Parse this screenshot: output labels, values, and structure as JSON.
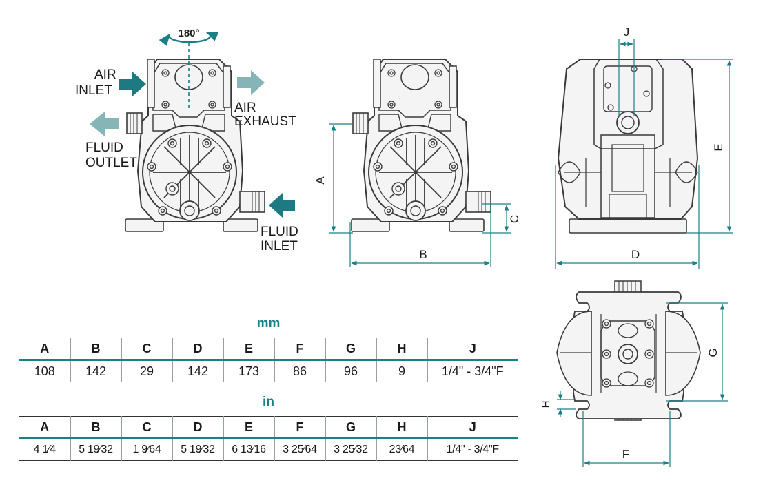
{
  "annotations": {
    "rotation": "180°",
    "air_inlet": [
      "AIR",
      "INLET"
    ],
    "air_exhaust": [
      "AIR",
      "EXHAUST"
    ],
    "fluid_outlet": [
      "FLUID",
      "OUTLET"
    ],
    "fluid_inlet": [
      "FLUID",
      "INLET"
    ]
  },
  "dimension_letters": {
    "A": "A",
    "B": "B",
    "C": "C",
    "D": "D",
    "E": "E",
    "F": "F",
    "G": "G",
    "H": "H",
    "J": "J"
  },
  "colors": {
    "accent": "#1a7f86",
    "arrow_dark": "#1e7a82",
    "arrow_light": "#86b5b8",
    "line": "#3a3a3a",
    "body_fill": "#f4f4f4"
  },
  "tables": {
    "mm": {
      "unit": "mm",
      "headers": [
        "A",
        "B",
        "C",
        "D",
        "E",
        "F",
        "G",
        "H",
        "J"
      ],
      "values": [
        "108",
        "142",
        "29",
        "142",
        "173",
        "86",
        "96",
        "9",
        "1/4\" - 3/4\"F"
      ]
    },
    "in": {
      "unit": "in",
      "headers": [
        "A",
        "B",
        "C",
        "D",
        "E",
        "F",
        "G",
        "H",
        "J"
      ],
      "values": [
        "4 1⁄4",
        "5 19⁄32",
        "1 9⁄64",
        "5 19⁄32",
        "6 13⁄16",
        "3 25⁄64",
        "3 25⁄32",
        "23⁄64",
        "1/4\" - 3/4\"F"
      ]
    }
  }
}
